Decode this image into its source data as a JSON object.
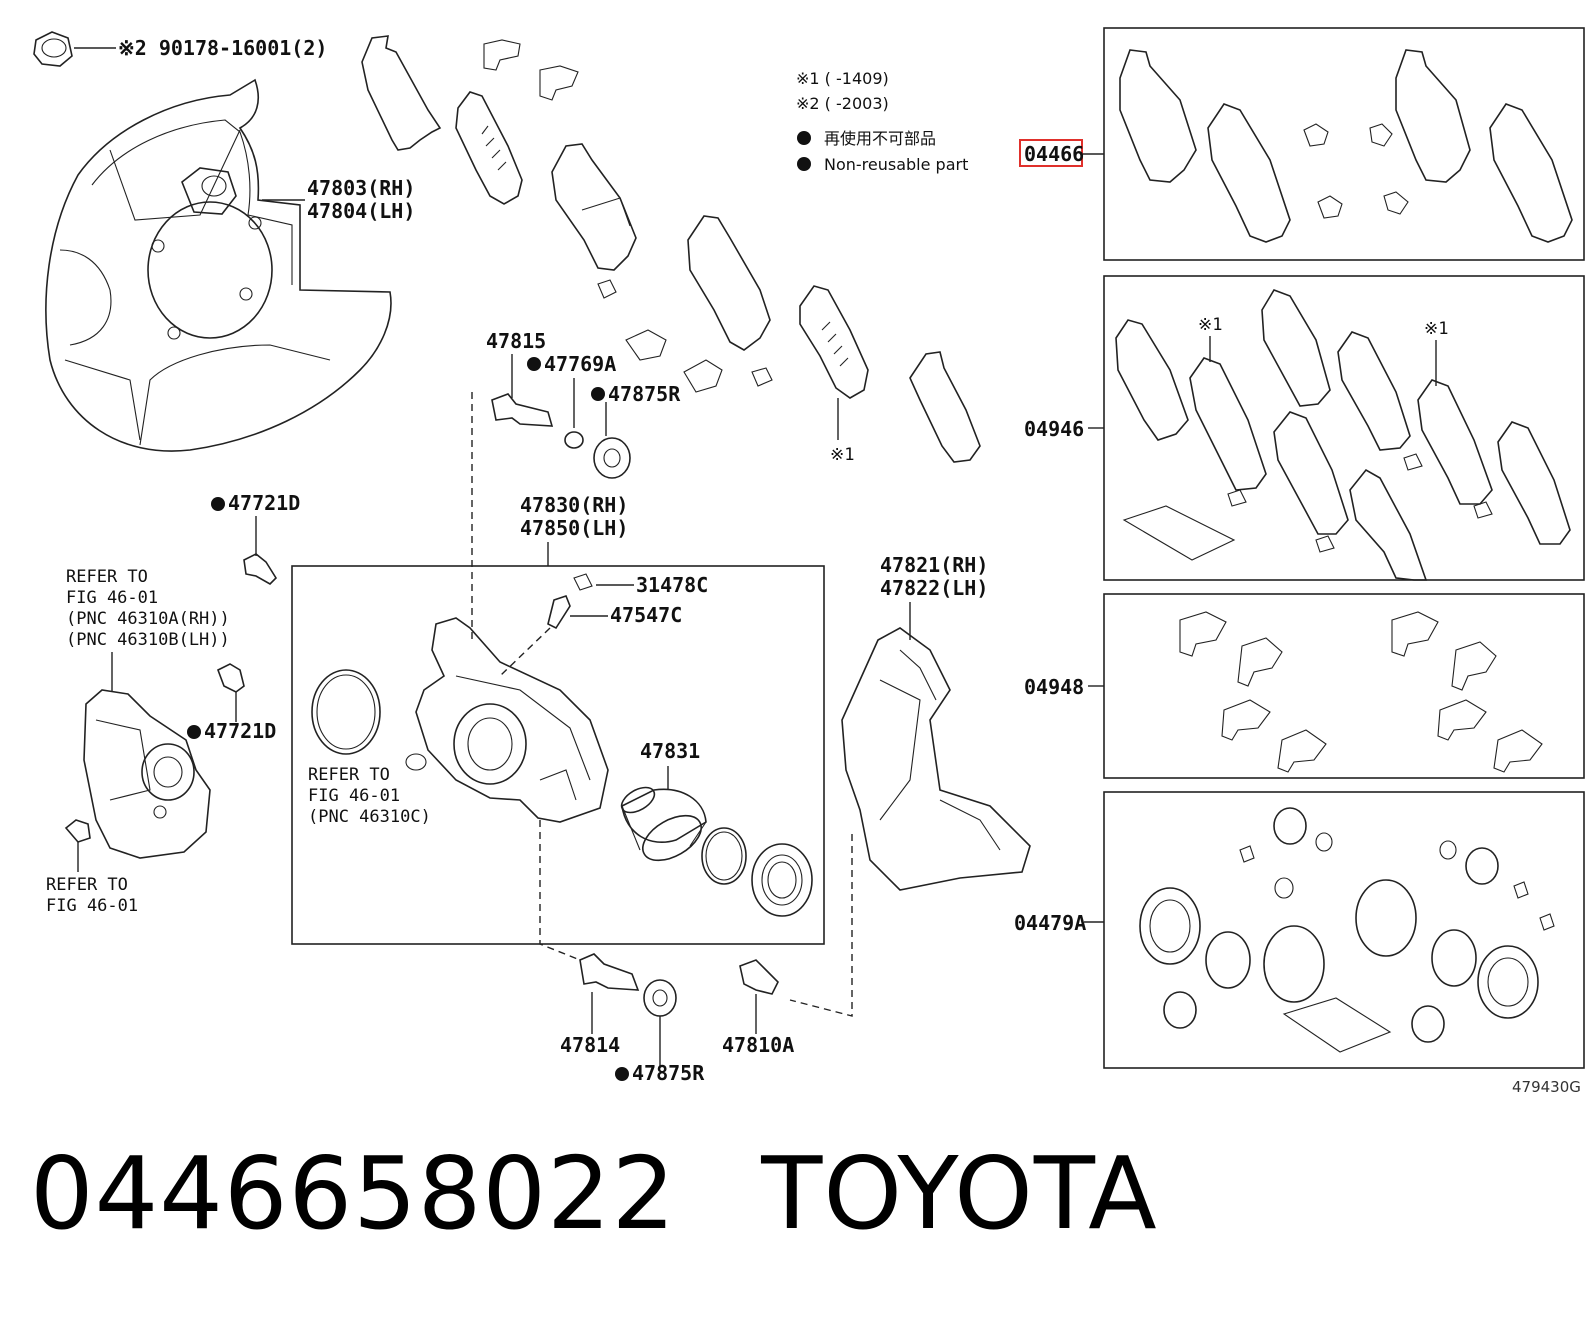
{
  "notes": {
    "n1": "※1 (      -1409)",
    "n2": "※2 (      -2003)",
    "legend_jp": "再使用不可部品",
    "legend_en": "Non-reusable part"
  },
  "labels": {
    "nut": "※2 90178-16001(2)",
    "shield_rh": "47803(RH)",
    "shield_lh": "47804(LH)",
    "p47815": "47815",
    "p47769a": "47769A",
    "p47875r_top": "47875R",
    "p47721d_a": "47721D",
    "p47721d_b": "47721D",
    "caliper_rh": "47830(RH)",
    "caliper_lh": "47850(LH)",
    "p31478c": "31478C",
    "p47547c": "47547C",
    "p47831": "47831",
    "mount_rh": "47821(RH)",
    "mount_lh": "47822(LH)",
    "p47814": "47814",
    "p47875r_bot": "47875R",
    "p47810a": "47810A",
    "mark1_a": "※1",
    "mark1_b": "※1",
    "mark1_c": "※1",
    "refer_motor_1": "REFER TO",
    "refer_motor_2": "FIG 46-01",
    "refer_motor_3": "(PNC 46310A(RH))",
    "refer_motor_4": "(PNC 46310B(LH))",
    "refer_seal_1": "REFER TO",
    "refer_seal_2": "FIG 46-01",
    "refer_seal_3": "(PNC 46310C)",
    "refer_plug_1": "REFER TO",
    "refer_plug_2": "FIG 46-01"
  },
  "kits": {
    "k04466": "04466",
    "k04946": "04946",
    "k04948": "04948",
    "k04479a": "04479A"
  },
  "figure_code": "479430G",
  "footer": {
    "part_number": "0446658022",
    "brand": "TOYOTA"
  },
  "colors": {
    "highlight_box": "#e0302b",
    "line": "#222222"
  }
}
